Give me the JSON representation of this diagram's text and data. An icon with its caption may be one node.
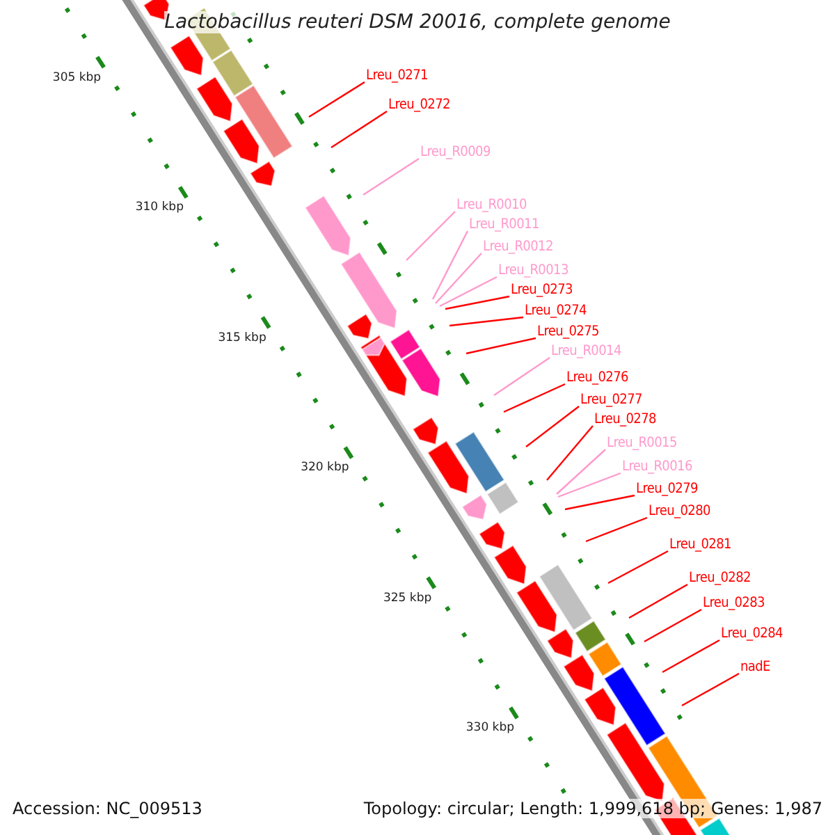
{
  "diagram": {
    "title": "Lactobacillus reuteri DSM 20016, complete genome",
    "nodes": [
      {
        "text": [
          "Lreu_0271"
        ]
      },
      {
        "text": [
          "Lreu_0272"
        ]
      },
      {
        "text": [
          "Lreu_R0009"
        ]
      },
      {
        "text": [
          "Lreu_R0010"
        ]
      },
      {
        "text": [
          "Lreu_R0011"
        ]
      },
      {
        "text": [
          "Lreu_R0012"
        ]
      },
      {
        "text": [
          "Lreu_R0013"
        ]
      },
      {
        "text": [
          "Lreu_0273"
        ]
      },
      {
        "text": [
          "Lreu_0274"
        ]
      },
      {
        "text": [
          "Lreu_0275"
        ]
      },
      {
        "text": [
          "Lreu_R0014"
        ]
      },
      {
        "text": [
          "Lreu_0276"
        ]
      },
      {
        "text": [
          "Lreu_0277"
        ]
      },
      {
        "text": [
          "Lreu_0278"
        ]
      },
      {
        "text": [
          "Lreu_R0015"
        ]
      },
      {
        "text": [
          "Lreu_R0016"
        ]
      },
      {
        "text": [
          "Lreu_0279"
        ]
      },
      {
        "text": [
          "Lreu_0280"
        ]
      },
      {
        "text": [
          "Lreu_0281"
        ]
      },
      {
        "text": [
          "Lreu_0282"
        ]
      },
      {
        "text": [
          "Lreu_0283"
        ]
      },
      {
        "text": [
          "Lreu_0284"
        ]
      },
      {
        "text": [
          "nadE"
        ]
      }
    ],
    "edges": [
      {
        "from": 0,
        "to": null,
        "arrow": "none"
      },
      {
        "from": 1,
        "to": null,
        "arrow": "none"
      },
      {
        "from": 2,
        "to": null,
        "arrow": "none",
        "color": "#ff99cc"
      },
      {
        "from": 3,
        "to": null,
        "arrow": "none",
        "color": "#ff99cc"
      },
      {
        "from": 4,
        "to": null,
        "arrow": "none",
        "color": "#ff99cc"
      },
      {
        "from": 5,
        "to": null,
        "arrow": "none",
        "color": "#ff99cc"
      },
      {
        "from": 6,
        "to": null,
        "arrow": "none",
        "color": "#ff99cc"
      },
      {
        "from": 7,
        "to": null,
        "arrow": "none"
      },
      {
        "from": 8,
        "to": null,
        "arrow": "none"
      },
      {
        "from": 9,
        "to": null,
        "arrow": "none"
      },
      {
        "from": 10,
        "to": null,
        "arrow": "none",
        "color": "#ff99cc"
      },
      {
        "from": 11,
        "to": null,
        "arrow": "none"
      },
      {
        "from": 12,
        "to": null,
        "arrow": "none"
      },
      {
        "from": 13,
        "to": null,
        "arrow": "none"
      },
      {
        "from": 14,
        "to": null,
        "arrow": "none",
        "color": "#ff99cc"
      },
      {
        "from": 15,
        "to": null,
        "arrow": "none",
        "color": "#ff99cc"
      },
      {
        "from": 16,
        "to": null,
        "arrow": "none"
      },
      {
        "from": 17,
        "to": null,
        "arrow": "none"
      },
      {
        "from": 18,
        "to": null,
        "arrow": "none"
      },
      {
        "from": 19,
        "to": null,
        "arrow": "none"
      },
      {
        "from": 20,
        "to": null,
        "arrow": "none"
      },
      {
        "from": 21,
        "to": null,
        "arrow": "none"
      },
      {
        "from": 22,
        "to": null,
        "arrow": "none"
      }
    ],
    "labels": [
      "305 kbp",
      "310 kbp",
      "315 kbp",
      "320 kbp",
      "325 kbp",
      "330 kbp",
      "Accession: NC_009513",
      "Topology: circular; Length: 1,999,618 bp; Genes: 1,987"
    ]
  }
}
